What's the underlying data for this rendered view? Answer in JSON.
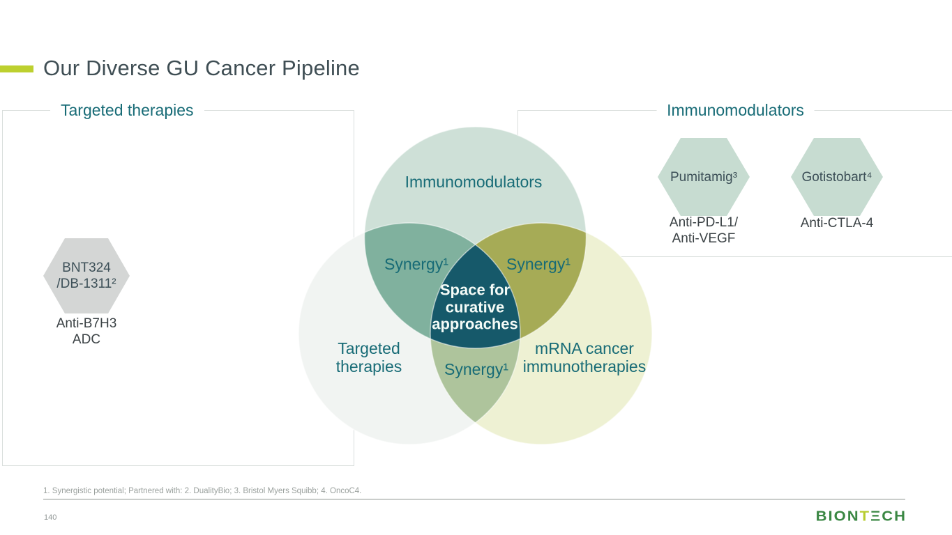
{
  "header": {
    "title": "Our Diverse GU Cancer Pipeline"
  },
  "sections": {
    "targeted": {
      "legend": "Targeted therapies"
    },
    "immunomodulators": {
      "legend": "Immunomodulators"
    }
  },
  "assets": {
    "bnt324": {
      "name_line1": "BNT324",
      "name_line2": "/DB-1311²",
      "target_line1": "Anti-B7H3",
      "target_line2": "ADC"
    },
    "pumitamig": {
      "name": "Pumitamig³",
      "target_line1": "Anti-PD-L1/",
      "target_line2": "Anti-VEGF"
    },
    "gotistobart": {
      "name": "Gotistobart⁴",
      "target": "Anti-CTLA-4"
    }
  },
  "venn": {
    "top_circle_label": "Immunomodulators",
    "left_circle_label_line1": "Targeted",
    "left_circle_label_line2": "therapies",
    "right_circle_label_line1": "mRNA cancer",
    "right_circle_label_line2": "immunotherapies",
    "synergy_top_left": "Synergy¹",
    "synergy_top_right": "Synergy¹",
    "synergy_bottom": "Synergy¹",
    "center_line1": "Space for",
    "center_line2": "curative",
    "center_line3": "approaches"
  },
  "footer": {
    "footnote": "1. Synergistic potential; Partnered with: 2. DualityBio; 3. Bristol Myers Squibb; 4. OncoC4.",
    "page_number": "140",
    "logo": {
      "green1": "BION",
      "lime": "T",
      "green2": "ΞCH"
    }
  },
  "colors": {
    "accent_lime": "#bdd02f",
    "title_text": "#3f4e54",
    "teal_text": "#176b76",
    "box_border": "#d9dedc",
    "circle_top": "#cee0d7",
    "circle_left": "#f1f4f2",
    "circle_right": "#eef1d3",
    "overlap_top_left": "#80b19e",
    "overlap_top_right": "#a6ab56",
    "overlap_bottom": "#aec49c",
    "center_region": "#16596a",
    "center_text": "#f4fbf7",
    "hex_gray": "#d4d6d5",
    "hex_sage": "#c7dcd1",
    "footnote_text": "#9aa09d",
    "logo_green": "#3a8743",
    "logo_lime": "#b7cc2e"
  }
}
